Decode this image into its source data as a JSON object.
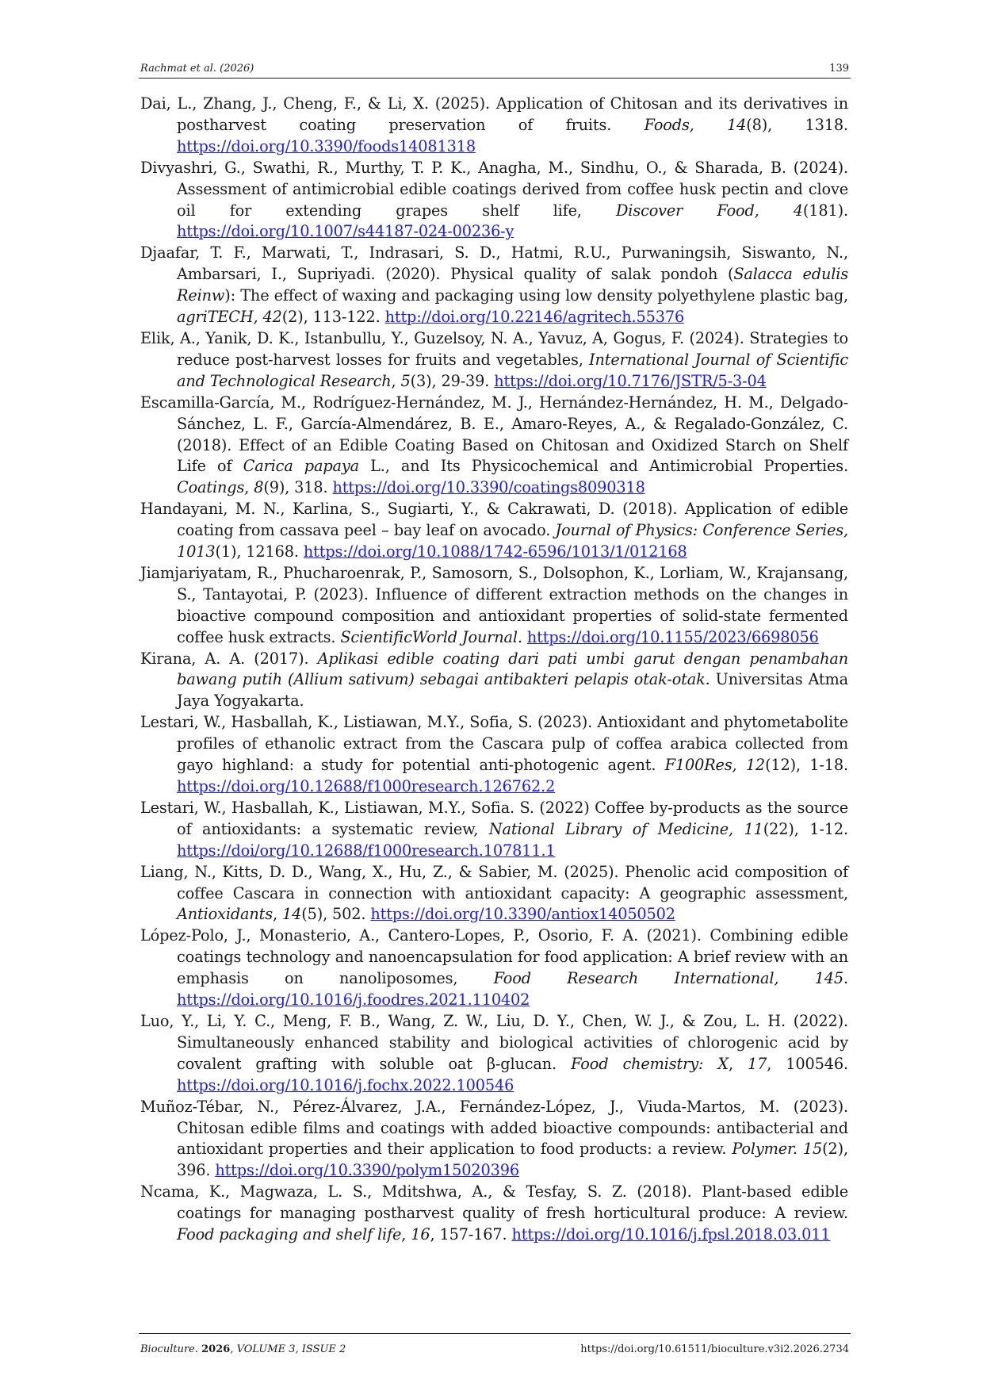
{
  "header": {
    "running_title": "Rachmat et al. (2026)",
    "page_number": "139"
  },
  "references": [
    {
      "segments": [
        {
          "t": "Dai, L., Zhang, J., Cheng, F., & Li, X. (2025). Application of Chitosan and its derivatives in postharvest coating preservation of fruits. "
        },
        {
          "t": "Foods, 14",
          "i": true
        },
        {
          "t": "(8), 1318. "
        },
        {
          "t": "https://doi.org/10.3390/foods14081318",
          "a": true
        }
      ]
    },
    {
      "segments": [
        {
          "t": "Divyashri, G., Swathi, R., Murthy, T. P. K., Anagha, M., Sindhu, O., & Sharada, B. (2024). Assessment of antimicrobial edible coatings derived from coffee husk pectin and clove oil for extending grapes shelf life, "
        },
        {
          "t": "Discover Food, 4",
          "i": true
        },
        {
          "t": "(181). "
        },
        {
          "t": "https://doi.org/10.1007/s44187-024-00236-y",
          "a": true
        }
      ]
    },
    {
      "segments": [
        {
          "t": "Djaafar, T. F., Marwati, T., Indrasari, S. D., Hatmi, R.U., Purwaningsih, Siswanto, N., Ambarsari, I., Supriyadi. (2020). Physical quality of salak pondoh ("
        },
        {
          "t": "Salacca edulis Reinw",
          "i": true
        },
        {
          "t": "): The effect of waxing and packaging using low density polyethylene plastic bag, "
        },
        {
          "t": "agriTECH, 42",
          "i": true
        },
        {
          "t": "(2), 113-122. "
        },
        {
          "t": "http://doi.org/10.22146/agritech.55376",
          "a": true
        }
      ]
    },
    {
      "segments": [
        {
          "t": "Elik, A., Yanik, D. K., Istanbullu, Y., Guzelsoy, N. A., Yavuz, A, Gogus, F. (2024). Strategies to reduce post-harvest losses for fruits and vegetables, "
        },
        {
          "t": "International Journal of Scientific and Technological Research",
          "i": true
        },
        {
          "t": ", "
        },
        {
          "t": "5",
          "i": true
        },
        {
          "t": "(3), 29-39. "
        },
        {
          "t": "https://doi.org/10.7176/JSTR/5-3-04",
          "a": true
        }
      ]
    },
    {
      "segments": [
        {
          "t": "Escamilla-García, M., Rodríguez-Hernández, M. J., Hernández-Hernández, H. M., Delgado-Sánchez, L. F., García-Almendárez, B. E., Amaro-Reyes, A., & Regalado-González, C. (2018). Effect of an Edible Coating Based on Chitosan and Oxidized Starch on Shelf Life of "
        },
        {
          "t": "Carica papaya",
          "i": true
        },
        {
          "t": " L., and Its Physicochemical and Antimicrobial Properties. "
        },
        {
          "t": "Coatings",
          "i": true
        },
        {
          "t": ", "
        },
        {
          "t": "8",
          "i": true
        },
        {
          "t": "(9), 318. "
        },
        {
          "t": "https://doi.org/10.3390/coatings8090318",
          "a": true
        }
      ]
    },
    {
      "segments": [
        {
          "t": "Handayani, M. N., Karlina, S., Sugiarti, Y., & Cakrawati, D. (2018). Application of edible coating from cassava peel – bay leaf on avocado. "
        },
        {
          "t": "Journal of Physics: Conference Series, 1013",
          "i": true
        },
        {
          "t": "(1), 12168. "
        },
        {
          "t": "https://doi.org/10.1088/1742-6596/1013/1/012168",
          "a": true
        }
      ]
    },
    {
      "segments": [
        {
          "t": "Jiamjariyatam, R., Phucharoenrak, P., Samosorn, S., Dolsophon, K., Lorliam, W., Krajansang, S., Tantayotai, P. (2023). Influence of different extraction methods on the changes in bioactive compound composition and antioxidant properties of solid-state fermented coffee husk extracts. "
        },
        {
          "t": "ScientificWorld Journal.",
          "i": true
        },
        {
          "t": " "
        },
        {
          "t": "https://doi.org/10.1155/2023/6698056",
          "a": true
        }
      ]
    },
    {
      "segments": [
        {
          "t": "Kirana, A. A. (2017). "
        },
        {
          "t": "Aplikasi edible coating dari pati umbi garut dengan penambahan bawang putih (Allium sativum) sebagai antibakteri pelapis otak-otak",
          "i": true
        },
        {
          "t": ". Universitas Atma Jaya Yogyakarta."
        }
      ]
    },
    {
      "segments": [
        {
          "t": "Lestari, W., Hasballah, K., Listiawan, M.Y., Sofia, S. (2023). Antioxidant and phytometabolite profiles of ethanolic extract from the Cascara pulp of coffea arabica collected from gayo highland: a study for potential anti-photogenic agent. "
        },
        {
          "t": "F100Res, 12",
          "i": true
        },
        {
          "t": "(12), 1-18. "
        },
        {
          "t": "https://doi.org/10.12688/f1000research.126762.2",
          "a": true
        }
      ]
    },
    {
      "segments": [
        {
          "t": "Lestari, W., Hasballah, K., Listiawan, M.Y., Sofia. S. (2022) Coffee by-products as the source of antioxidants: a systematic review, "
        },
        {
          "t": "National Library of Medicine, 11",
          "i": true
        },
        {
          "t": "(22), 1-12. "
        },
        {
          "t": "https://doi/org/10.12688/f1000research.107811.1",
          "a": true
        }
      ]
    },
    {
      "segments": [
        {
          "t": "Liang, N., Kitts, D. D., Wang, X., Hu, Z., & Sabier, M. (2025). Phenolic acid composition of coffee Cascara in connection with antioxidant capacity: A geographic assessment, "
        },
        {
          "t": "Antioxidants",
          "i": true
        },
        {
          "t": ", "
        },
        {
          "t": "14",
          "i": true
        },
        {
          "t": "(5), 502. "
        },
        {
          "t": "https://doi.org/10.3390/antiox14050502",
          "a": true
        }
      ]
    },
    {
      "segments": [
        {
          "t": "López-Polo, J., Monasterio, A., Cantero-Lopes, P., Osorio, F. A. (2021). Combining edible coatings technology and nanoencapsulation for food application: A brief review with an emphasis on nanoliposomes, "
        },
        {
          "t": "Food Research International, 145",
          "i": true
        },
        {
          "t": ". "
        },
        {
          "t": "https://doi.org/10.1016/j.foodres.2021.110402",
          "a": true
        }
      ]
    },
    {
      "segments": [
        {
          "t": "Luo, Y., Li, Y. C., Meng, F. B., Wang, Z. W., Liu, D. Y., Chen, W. J., & Zou, L. H. (2022). Simultaneously enhanced stability and biological activities of chlorogenic acid by covalent grafting with soluble oat β-glucan. "
        },
        {
          "t": "Food chemistry: X",
          "i": true
        },
        {
          "t": ", "
        },
        {
          "t": "17",
          "i": true
        },
        {
          "t": ", 100546. "
        },
        {
          "t": "https://doi.org/10.1016/j.fochx.2022.100546",
          "a": true
        }
      ]
    },
    {
      "segments": [
        {
          "t": "Muñoz-Tébar, N., Pérez-Álvarez, J.A., Fernández-López, J., Viuda-Martos, M. (2023). Chitosan edible films and coatings with added bioactive compounds: antibacterial and antioxidant properties and their application to food products: a review. "
        },
        {
          "t": "Polymer. 15",
          "i": true
        },
        {
          "t": "(2), 396. "
        },
        {
          "t": "https://doi.org/10.3390/polym15020396",
          "a": true
        }
      ]
    },
    {
      "segments": [
        {
          "t": "Ncama, K., Magwaza, L. S., Mditshwa, A., & Tesfay, S. Z. (2018). Plant-based edible coatings for managing postharvest quality of fresh horticultural produce: A review. "
        },
        {
          "t": "Food packaging and shelf life",
          "i": true
        },
        {
          "t": ", "
        },
        {
          "t": "16",
          "i": true
        },
        {
          "t": ", 157-167. "
        },
        {
          "t": "https://doi.org/10.1016/j.fpsl.2018.03.011",
          "a": true
        }
      ]
    }
  ],
  "footer": {
    "journal": "Bioculture.",
    "year": "2026",
    "volume_issue": ", VOLUME 3, ISSUE 2",
    "doi": "https://doi.org/10.61511/bioculture.v3i2.2026.2734"
  }
}
